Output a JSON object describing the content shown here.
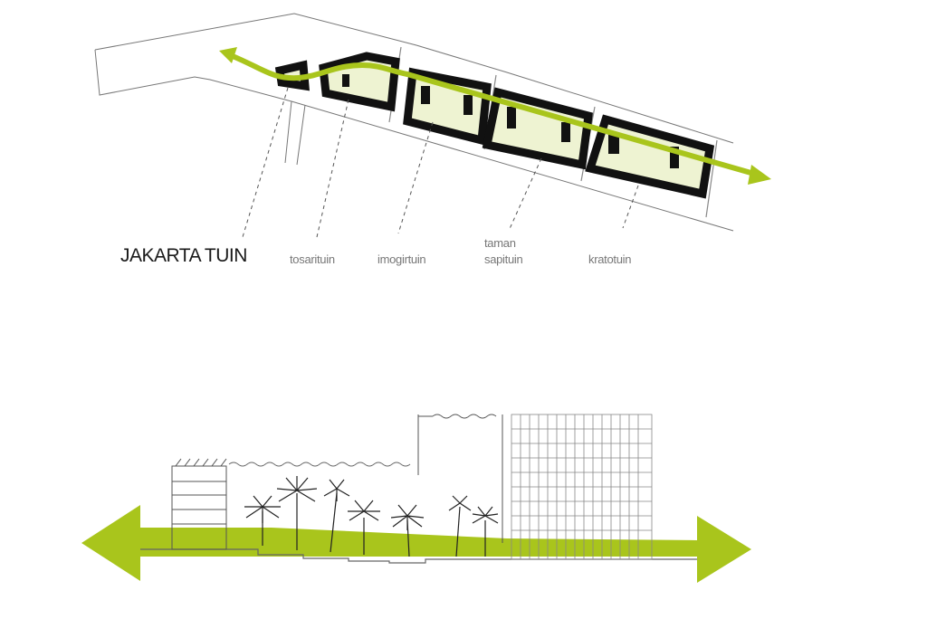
{
  "plan": {
    "title": "JAKARTA TUIN",
    "gardens": [
      {
        "label": "tosarituin"
      },
      {
        "label": "imogirtuin"
      },
      {
        "label": "taman",
        "label2": "sapituin"
      },
      {
        "label": "kratotuin"
      }
    ]
  },
  "colors": {
    "accent": "#a9c51c",
    "garden_fill": "#eef3d2",
    "building": "#111111"
  }
}
